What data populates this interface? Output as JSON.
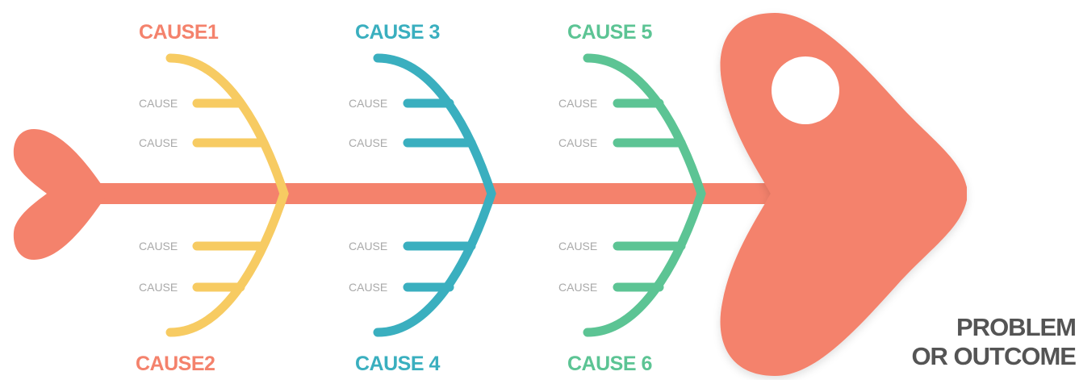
{
  "colors": {
    "fish": "#F4826C",
    "cause_1_2": "#F7CB62",
    "cause_3_4": "#3AAFBF",
    "cause_5_6": "#5CC494",
    "label_1_2": "#F4826C",
    "label_3_4": "#3AAFBF",
    "label_5_6": "#5CC494",
    "sub_label": "#A9A9A9",
    "outcome_text": "#545454"
  },
  "causes": {
    "c1": "CAUSE1",
    "c2": "CAUSE2",
    "c3": "CAUSE 3",
    "c4": "CAUSE 4",
    "c5": "CAUSE 5",
    "c6": "CAUSE 6"
  },
  "sub_cause": "CAUSE",
  "outcome": {
    "line1": "PROBLEM",
    "line2": "OR OUTCOME"
  },
  "icons": [
    "fish-tail-icon",
    "fish-head-icon",
    "fish-eye-icon"
  ]
}
